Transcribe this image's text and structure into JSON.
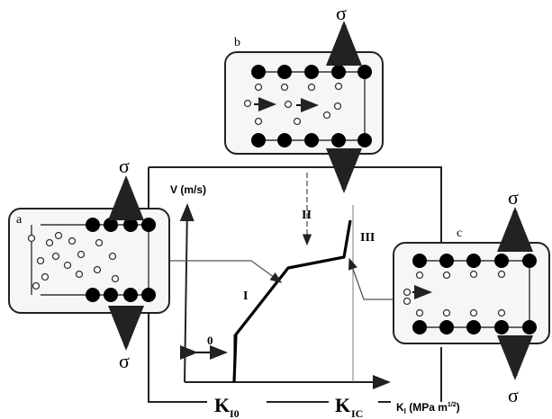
{
  "stress_symbol": "σ",
  "panels": {
    "a": {
      "label": "a"
    },
    "b": {
      "label": "b"
    },
    "c": {
      "label": "c"
    }
  },
  "graph": {
    "y_axis_label": "V (m/s)",
    "x_axis_label": "K",
    "x_axis_subscript": "I",
    "x_axis_unit": " (MPa m",
    "x_axis_unit_exp": "1/2",
    "x_axis_unit_close": ")",
    "region_labels": [
      "0",
      "I",
      "II",
      "III"
    ]
  },
  "bottom_labels": {
    "k_threshold": "K",
    "k_threshold_sub": "I0",
    "k_critical": "K",
    "k_critical_sub": "IC"
  }
}
